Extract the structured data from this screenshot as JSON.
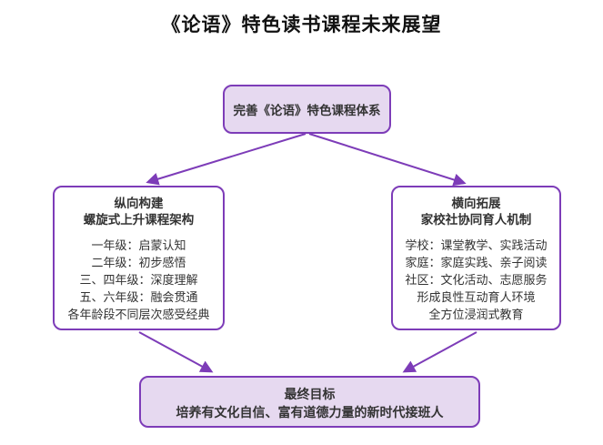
{
  "title": "《论语》特色读书课程未来展望",
  "colors": {
    "accent": "#7d3cb8",
    "node_fill_light": "#e6d9f0",
    "node_fill_white": "#ffffff",
    "text": "#333333",
    "title_text": "#111111"
  },
  "nodes": {
    "top": {
      "label": "完善《论语》特色课程体系"
    },
    "left": {
      "title": "纵向构建",
      "subtitle": "螺旋式上升课程架构",
      "body": [
        "一年级：启蒙认知",
        "二年级：初步感悟",
        "三、四年级：深度理解",
        "五、六年级：融会贯通",
        "各年龄段不同层次感受经典"
      ]
    },
    "right": {
      "title": "横向拓展",
      "subtitle": "家校社协同育人机制",
      "body": [
        "学校：课堂教学、实践活动",
        "家庭：家庭实践、亲子阅读",
        "社区：文化活动、志愿服务",
        "形成良性互动育人环境",
        "全方位浸润式教育"
      ]
    },
    "bottom": {
      "title": "最终目标",
      "subtitle": "培养有文化自信、富有道德力量的新时代接班人"
    }
  }
}
